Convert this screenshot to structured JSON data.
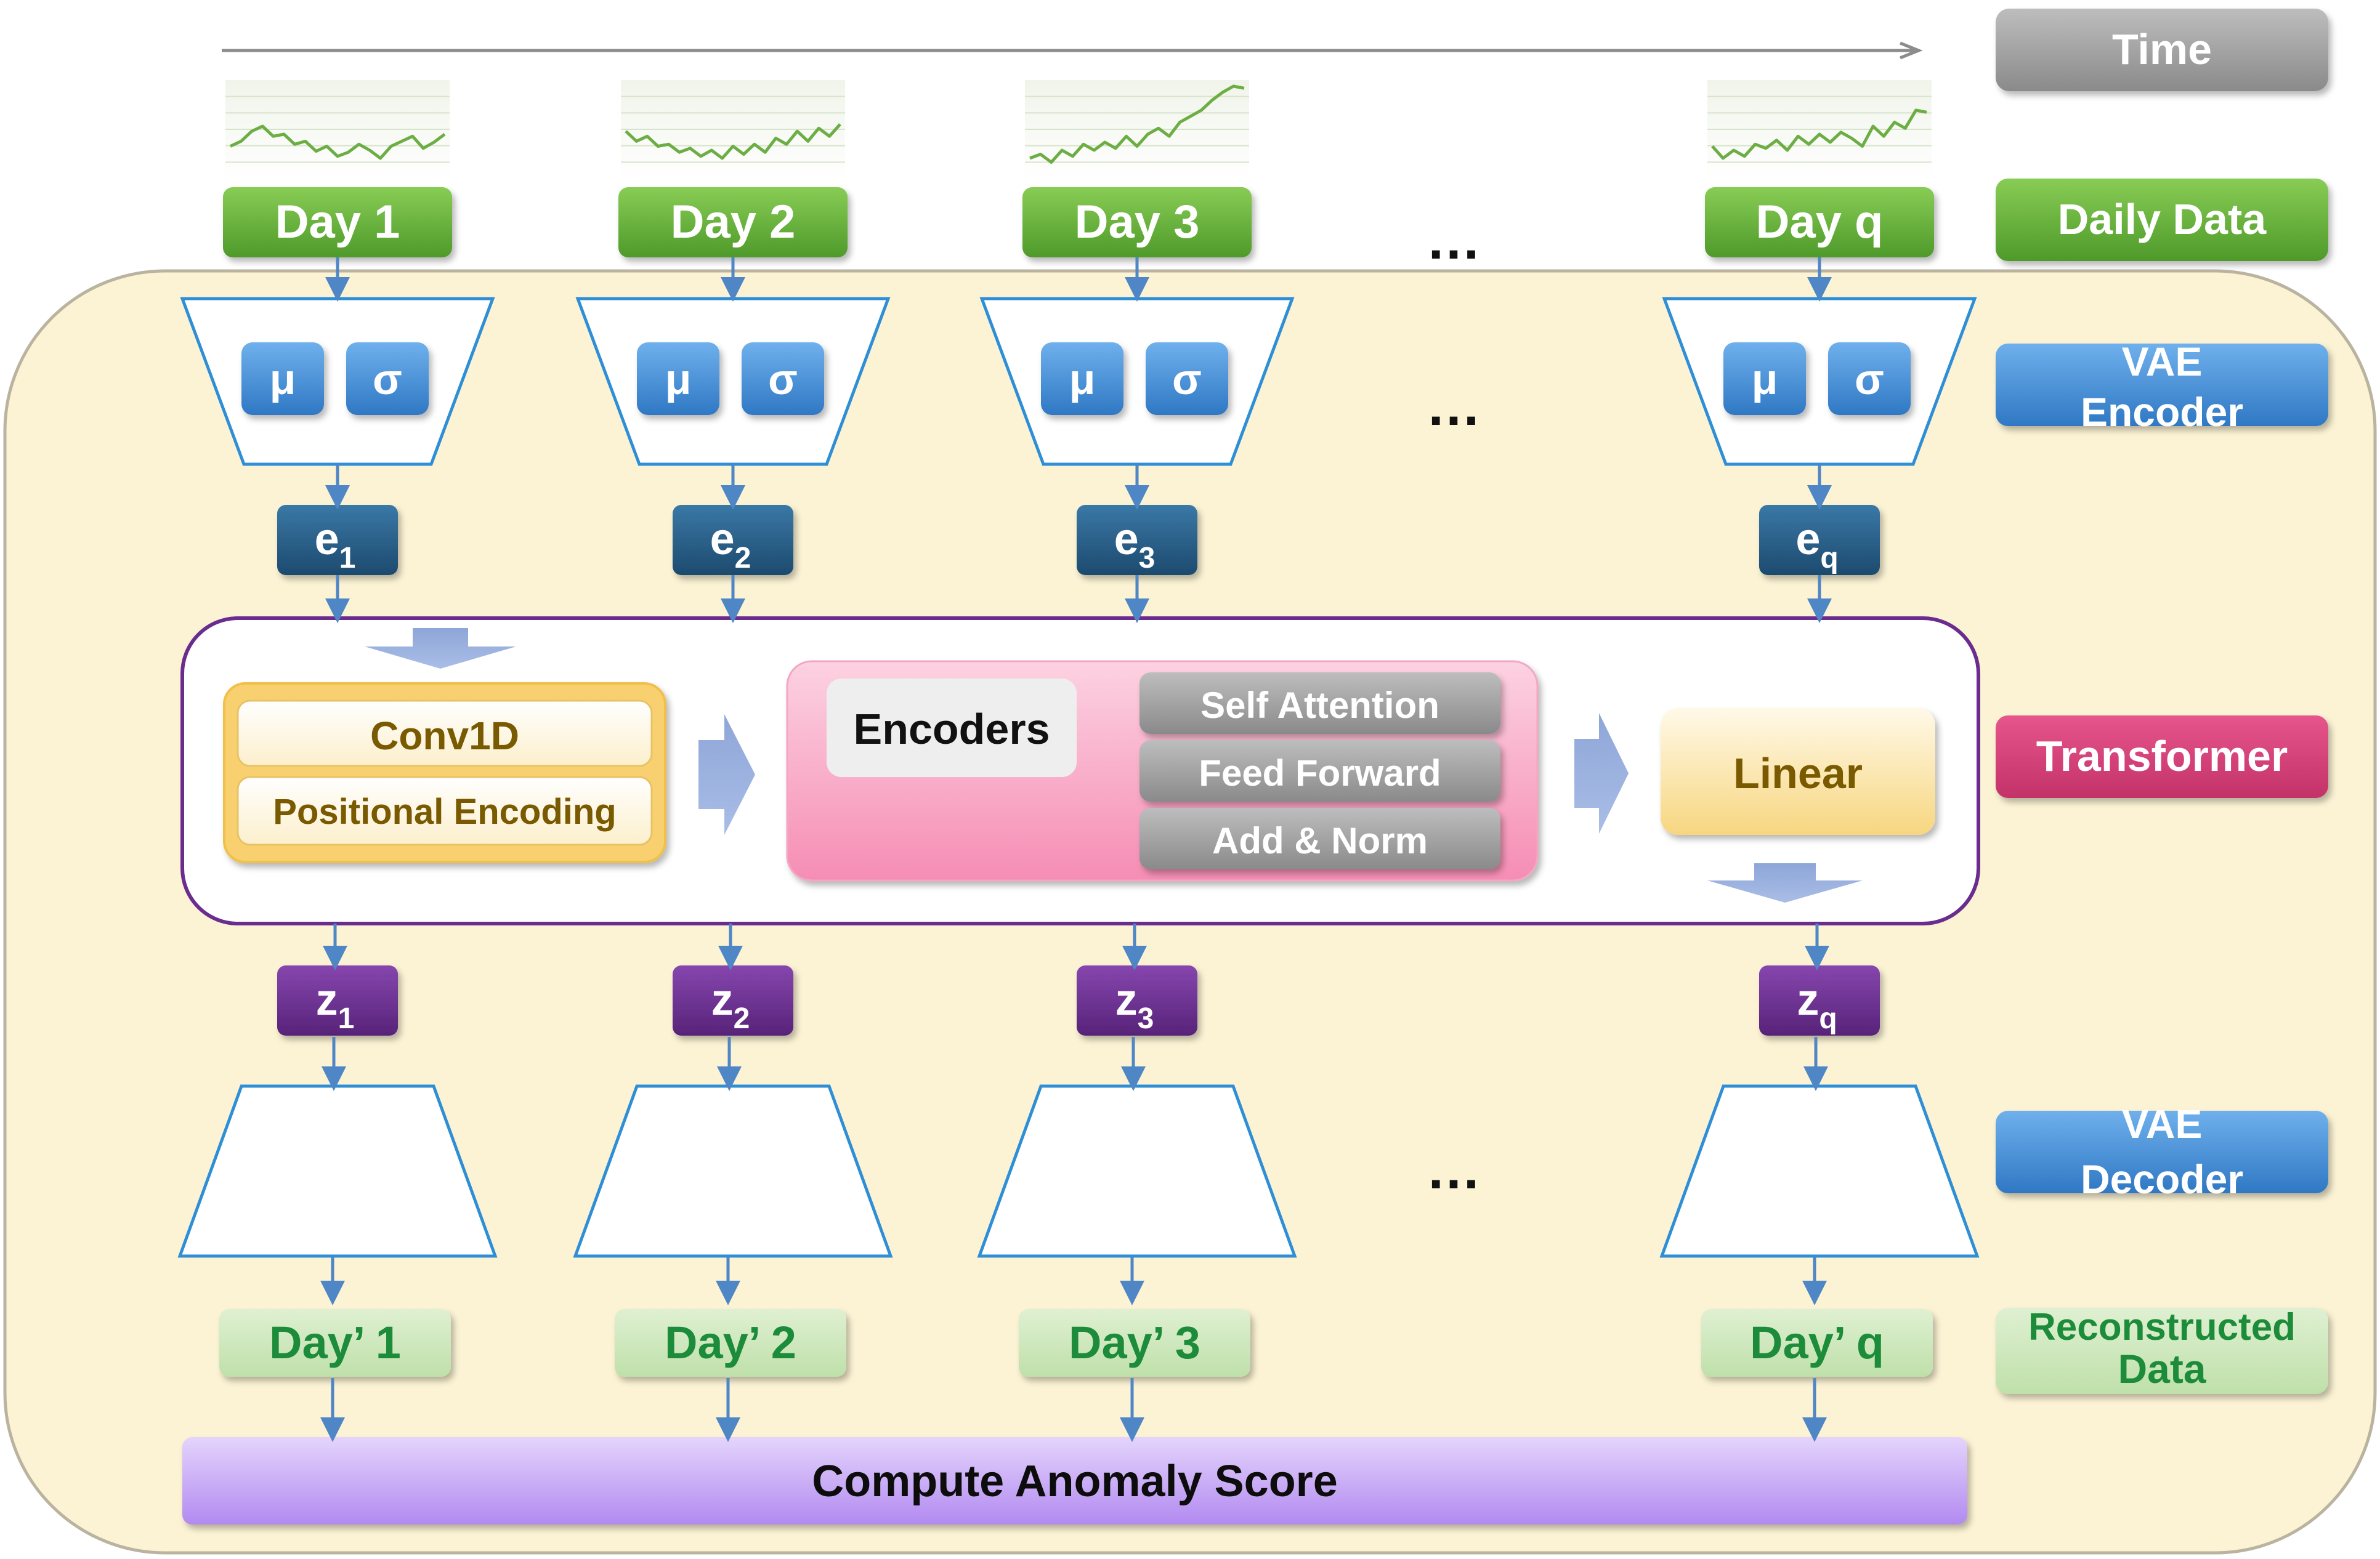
{
  "time_label": "Time",
  "legend": {
    "daily_data": "Daily Data",
    "vae_encoder_line1": "VAE",
    "vae_encoder_line2": "Encoder",
    "transformer": "Transformer",
    "vae_decoder_line1": "VAE",
    "vae_decoder_line2": "Decoder",
    "reconstructed_line1": "Reconstructed",
    "reconstructed_line2": "Data"
  },
  "columns": [
    {
      "day": "Day 1",
      "e_base": "e",
      "e_sub": "1",
      "z_base": "z",
      "z_sub": "1",
      "recon": "Day’ 1",
      "spark": [
        60,
        55,
        45,
        40,
        50,
        48,
        58,
        55,
        65,
        60,
        70,
        66,
        58,
        64,
        72,
        60,
        55,
        50,
        62,
        56,
        48
      ]
    },
    {
      "day": "Day 2",
      "e_base": "e",
      "e_sub": "2",
      "z_base": "z",
      "z_sub": "2",
      "recon": "Day’ 2",
      "spark": [
        45,
        55,
        50,
        60,
        58,
        66,
        62,
        70,
        64,
        72,
        60,
        68,
        58,
        66,
        52,
        58,
        45,
        55,
        42,
        50,
        38
      ]
    },
    {
      "day": "Day 3",
      "e_base": "e",
      "e_sub": "3",
      "z_base": "z",
      "z_sub": "3",
      "recon": "Day’ 3",
      "spark": [
        72,
        68,
        76,
        64,
        70,
        58,
        64,
        56,
        62,
        50,
        60,
        48,
        42,
        50,
        36,
        30,
        24,
        14,
        6,
        0,
        2
      ]
    },
    {
      "day": "Day q",
      "e_base": "e",
      "e_sub": "q",
      "z_base": "z",
      "z_sub": "q",
      "recon": "Day’ q",
      "spark": [
        60,
        72,
        64,
        70,
        58,
        62,
        54,
        64,
        50,
        58,
        48,
        56,
        46,
        52,
        60,
        40,
        50,
        36,
        42,
        24,
        26
      ]
    }
  ],
  "ellipsis": "…",
  "mu": "μ",
  "sigma": "σ",
  "transformer_block": {
    "conv1d": "Conv1D",
    "positional_encoding": "Positional Encoding",
    "encoders": "Encoders",
    "self_attention": "Self Attention",
    "feed_forward": "Feed Forward",
    "add_norm": "Add & Norm",
    "linear": "Linear"
  },
  "anomaly_score": "Compute Anomaly Score",
  "colors": {
    "day_green": "#6ab33c",
    "vae_blue": "#3d87d0",
    "e_navy": "#245c84",
    "z_purple": "#6a2c8e",
    "transformer_pink": "#d8437a",
    "recon_green": "#cfe8c0",
    "background_cream": "#fcf3d4",
    "time_gray": "#9a9a9a"
  }
}
